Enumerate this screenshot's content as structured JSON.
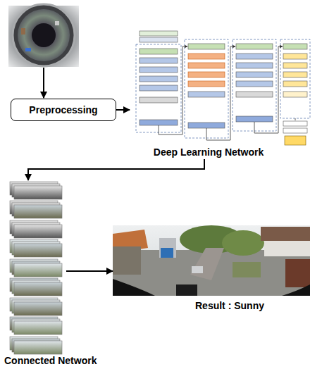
{
  "diagram": {
    "nodes": [
      {
        "text": [
          "Preprocessing"
        ]
      },
      {
        "text": [
          "Deep Learning Network"
        ]
      },
      {
        "text": [
          "Connected Network"
        ]
      },
      {
        "text": [
          "Result : Sunny"
        ]
      }
    ],
    "edges": [
      {
        "from": 0,
        "to": 1,
        "arrow": "to"
      },
      {
        "from": 1,
        "to": 2,
        "arrow": "to"
      },
      {
        "from": 2,
        "to": 3,
        "arrow": "to"
      }
    ]
  }
}
